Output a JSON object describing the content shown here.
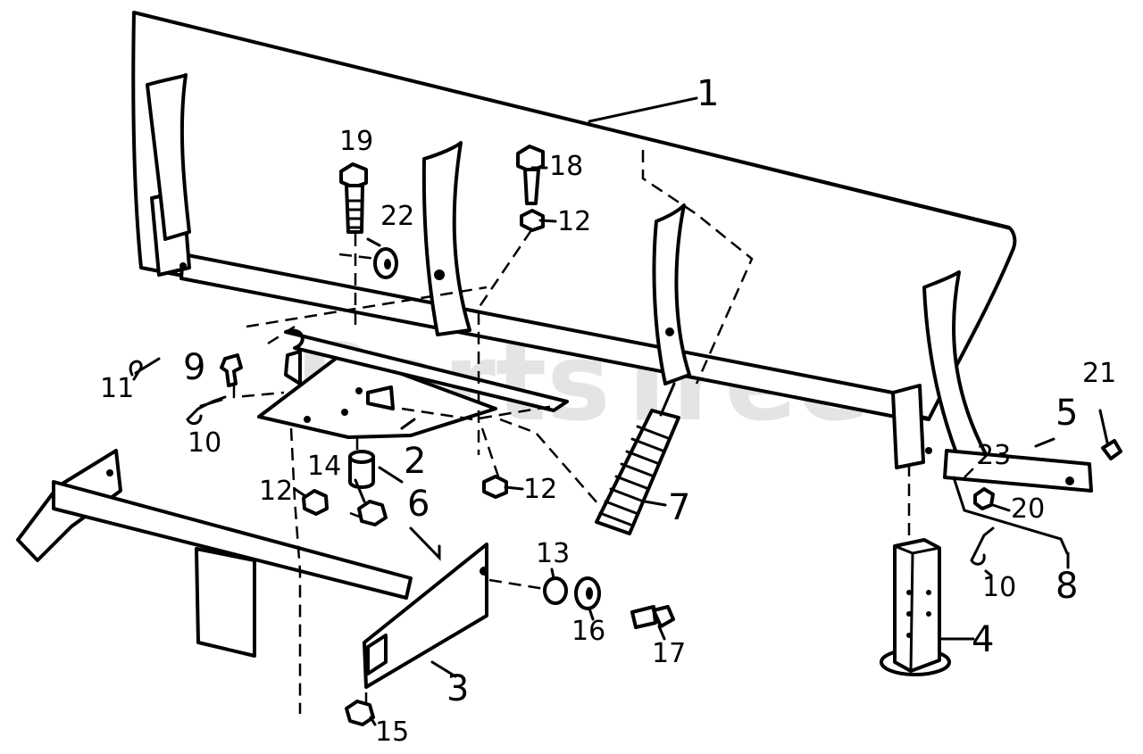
{
  "watermark": {
    "text": "PartsTree",
    "trademark": "TM"
  },
  "callouts": {
    "c1": "1",
    "c2": "2",
    "c3": "3",
    "c4": "4",
    "c5": "5",
    "c6": "6",
    "c7": "7",
    "c8": "8",
    "c9": "9",
    "c10a": "10",
    "c10b": "10",
    "c11": "11",
    "c12a": "12",
    "c12b": "12",
    "c12c": "12",
    "c13": "13",
    "c14": "14",
    "c15": "15",
    "c16": "16",
    "c17": "17",
    "c18": "18",
    "c19": "19",
    "c20": "20",
    "c21": "21",
    "c22": "22",
    "c23": "23"
  }
}
